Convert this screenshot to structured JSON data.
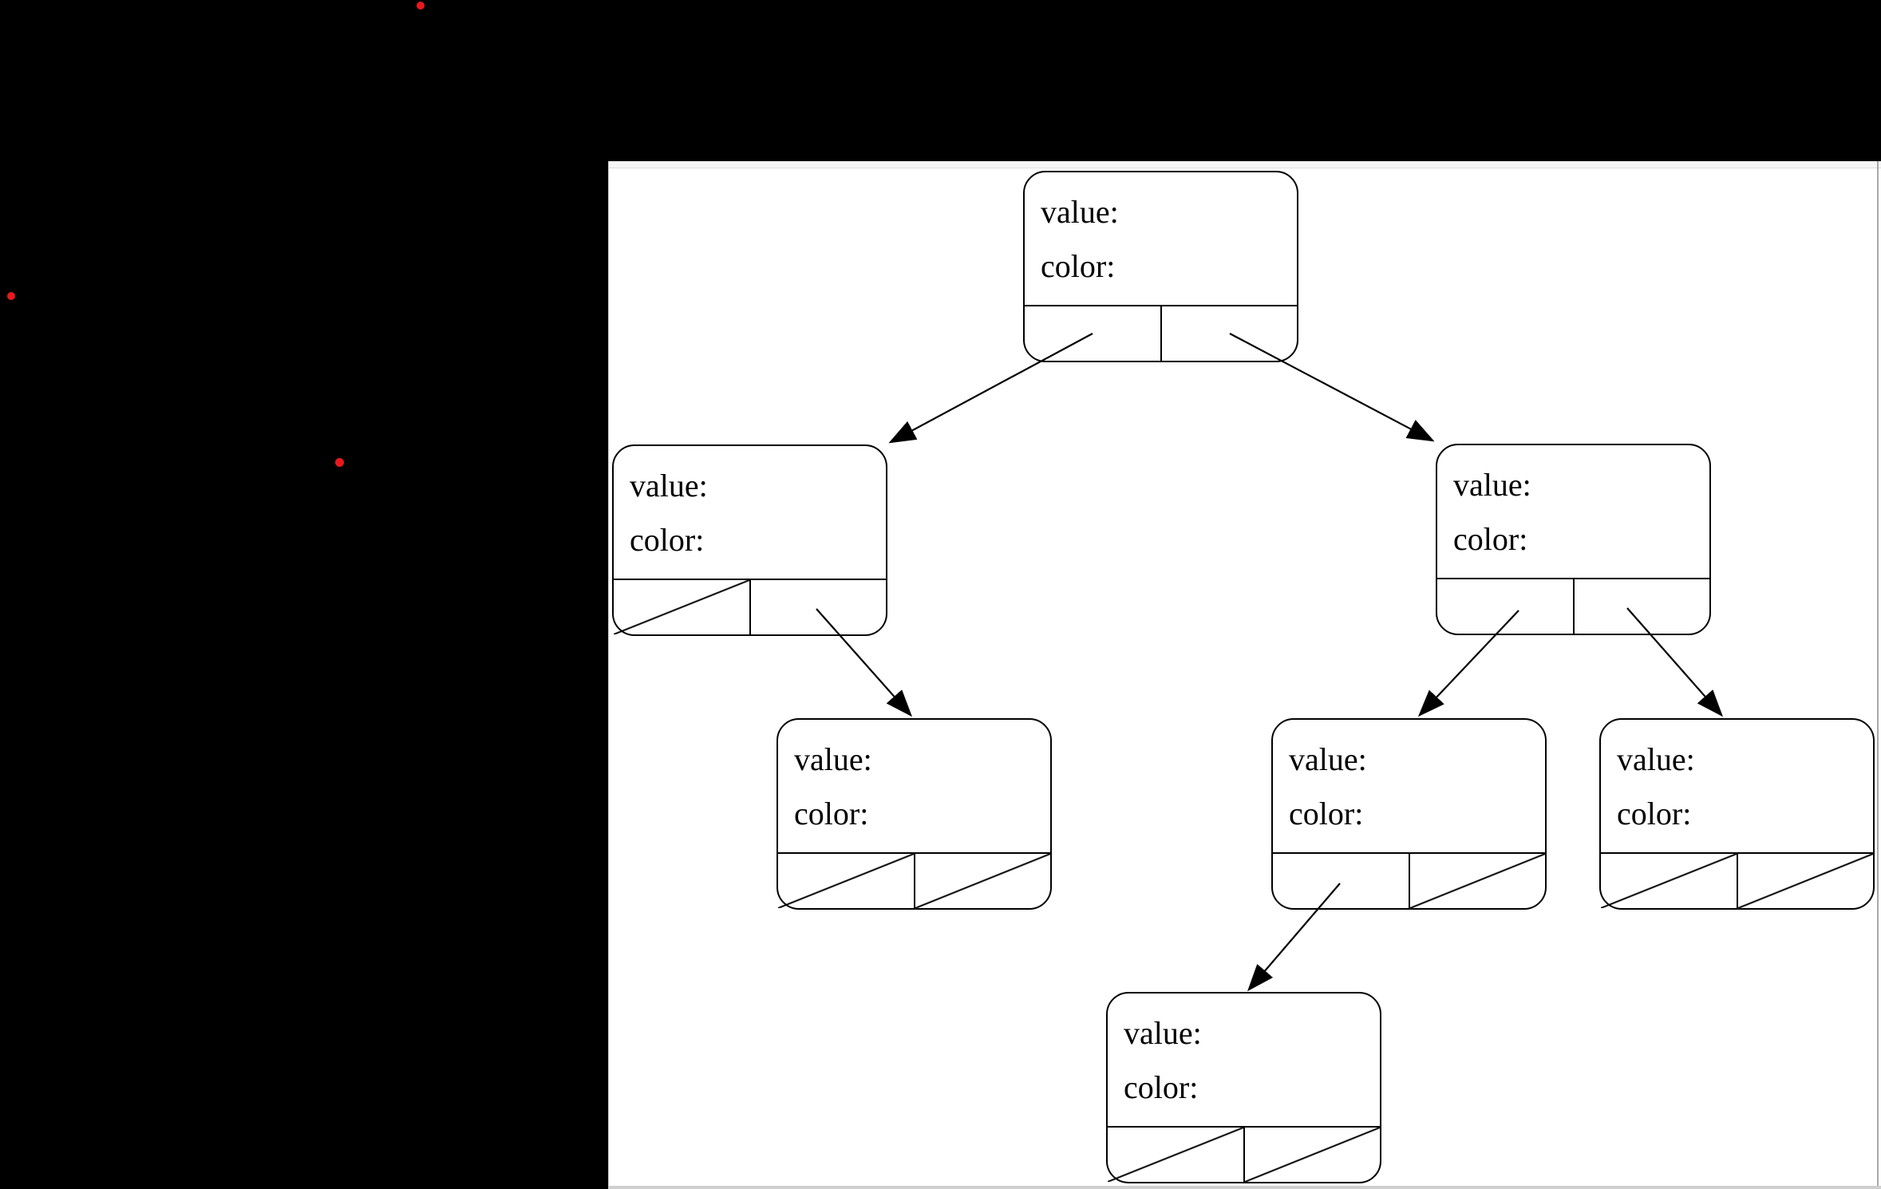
{
  "desktop": {
    "background_color": "#000000",
    "annotation_dots": {
      "count": 3,
      "color": "#e8191c"
    }
  },
  "canvas": {
    "background_color": "#ffffff",
    "type": "drawing-canvas"
  },
  "tree": {
    "description": "binary tree of record nodes, each with value/color fields and left/right pointer cells; slashed cells are null pointers",
    "nodes": [
      {
        "id": "root",
        "value_label": "value:",
        "color_label": "color:",
        "left": "left-child",
        "right": "right-child"
      },
      {
        "id": "left-child",
        "value_label": "value:",
        "color_label": "color:",
        "left": null,
        "right": "left-right-child"
      },
      {
        "id": "right-child",
        "value_label": "value:",
        "color_label": "color:",
        "left": "right-left-child",
        "right": "right-right-child"
      },
      {
        "id": "left-right-child",
        "value_label": "value:",
        "color_label": "color:",
        "left": null,
        "right": null
      },
      {
        "id": "right-left-child",
        "value_label": "value:",
        "color_label": "color:",
        "left": "right-left-left-child",
        "right": null
      },
      {
        "id": "right-right-child",
        "value_label": "value:",
        "color_label": "color:",
        "left": null,
        "right": null
      },
      {
        "id": "right-left-left-child",
        "value_label": "value:",
        "color_label": "color:",
        "left": null,
        "right": null
      }
    ],
    "edges": [
      {
        "from": "root.left",
        "to": "left-child"
      },
      {
        "from": "root.right",
        "to": "right-child"
      },
      {
        "from": "left-child.right",
        "to": "left-right-child"
      },
      {
        "from": "right-child.left",
        "to": "right-left-child"
      },
      {
        "from": "right-child.right",
        "to": "right-right-child"
      },
      {
        "from": "right-left-child.left",
        "to": "right-left-left-child"
      }
    ]
  }
}
